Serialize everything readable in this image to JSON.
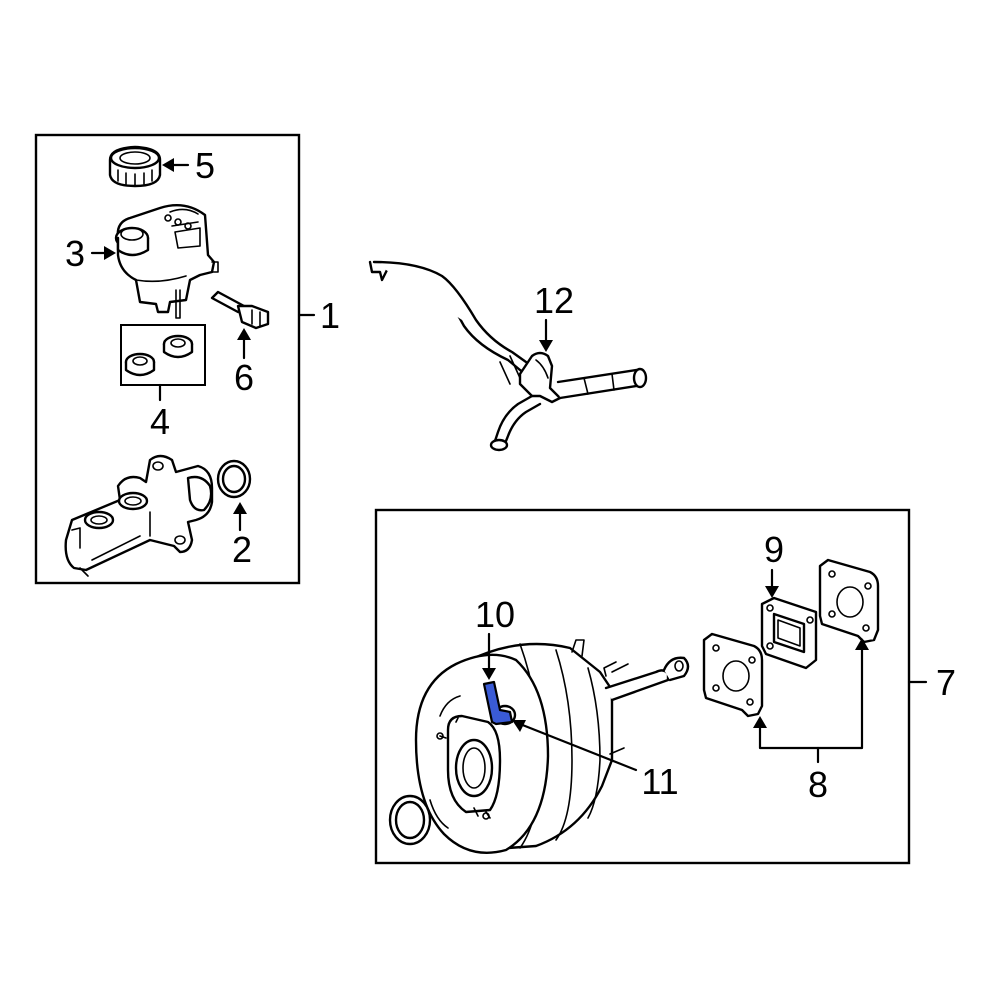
{
  "callouts": {
    "c1": "1",
    "c2": "2",
    "c3": "3",
    "c4": "4",
    "c5": "5",
    "c6": "6",
    "c7": "7",
    "c8": "8",
    "c9": "9",
    "c10": "10",
    "c11": "11",
    "c12": "12"
  },
  "colors": {
    "highlight": "#3a5bd6",
    "line": "#000000",
    "background": "#ffffff"
  }
}
